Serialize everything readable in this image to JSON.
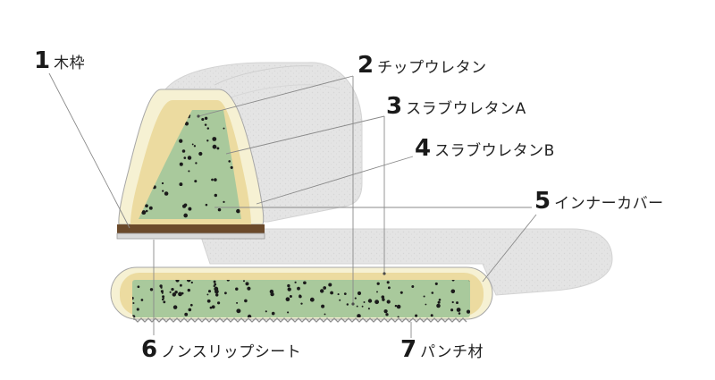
{
  "labels": [
    {
      "num": "1",
      "text": "木枠"
    },
    {
      "num": "2",
      "text": "チップウレタン"
    },
    {
      "num": "3",
      "text": "スラブウレタンA"
    },
    {
      "num": "4",
      "text": "スラブウレタンB"
    },
    {
      "num": "5",
      "text": "インナーカバー"
    },
    {
      "num": "6",
      "text": "ノンスリップシート"
    },
    {
      "num": "7",
      "text": "パンチ材"
    }
  ],
  "colors": {
    "outer_cover": "#e2e2e2",
    "slab_b": "#f6f1d3",
    "slab_a": "#ecdba0",
    "chip": "#a9c99c",
    "dots": "#1b1b1b",
    "wood": "#6b4a2b",
    "leader": "#8a8a8a"
  }
}
